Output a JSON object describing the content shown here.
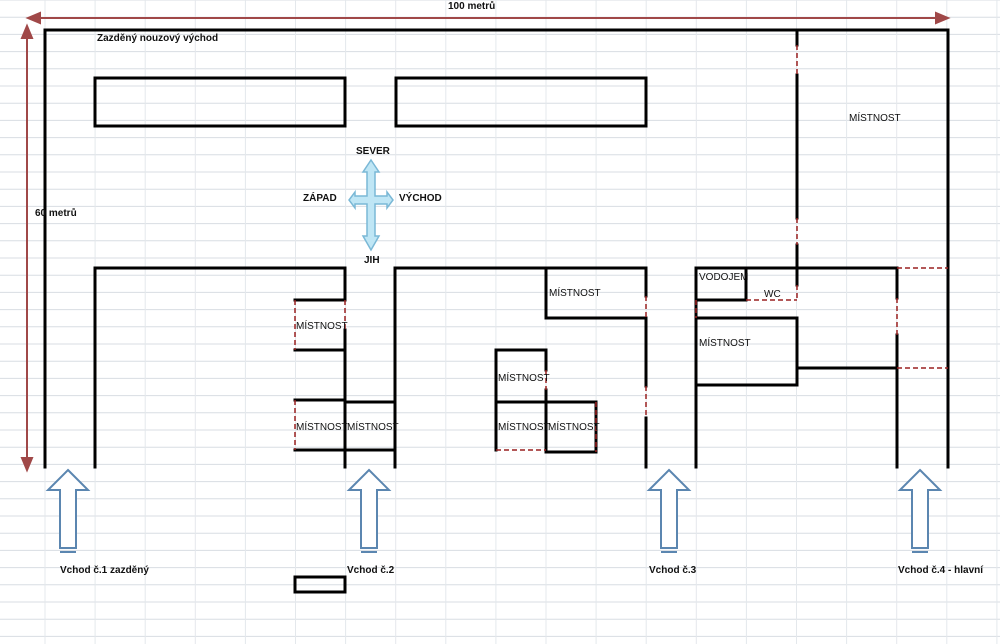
{
  "dimensions": {
    "width_label": "100 metrů",
    "height_label": "60 metrů"
  },
  "notes": {
    "emergency_exit": "Zazděný nouzový východ"
  },
  "compass": {
    "north": "SEVER",
    "south": "JIH",
    "west": "ZÁPAD",
    "east": "VÝCHOD"
  },
  "rooms": {
    "top_right": "MÍSTNOST",
    "center_upper": "MÍSTNOST",
    "left_upper": "MÍSTNOST",
    "left_lower_a": "MÍSTNOST",
    "left_lower_b": "MÍSTNOST",
    "mid_upper": "MÍSTNOST",
    "mid_lower_a": "MÍSTNOST",
    "mid_lower_b": "MÍSTNOST",
    "right_middle": "MÍSTNOST",
    "vodojem": "VODOJEM",
    "wc": "WC"
  },
  "entrances": [
    {
      "label": "Vchod č.1 zazděný"
    },
    {
      "label": "Vchod č.2"
    },
    {
      "label": "Vchod č.3"
    },
    {
      "label": "Vchod č.4 - hlavní"
    }
  ],
  "colors": {
    "wall": "#000000",
    "dim_arrow": "#a04848",
    "dashed_door": "#9a2020",
    "grid_line": "#d8dde3",
    "grid_col": "#e4e8ec",
    "entrance_arrow_fill": "#ffffff",
    "entrance_arrow_stroke": "#5b86b0",
    "compass_fill": "#bfe6f5",
    "compass_stroke": "#7ab8d6"
  }
}
